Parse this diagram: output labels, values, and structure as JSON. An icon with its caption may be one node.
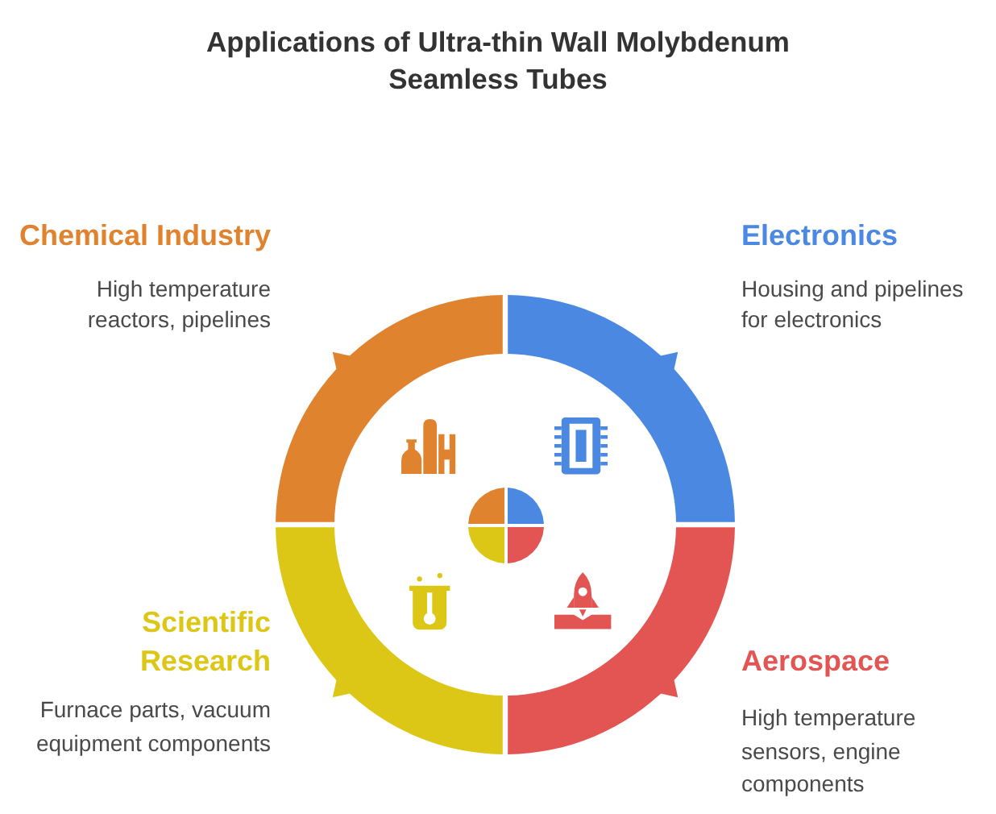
{
  "diagram": {
    "title": "Applications of Ultra-thin Wall Molybdenum Seamless Tubes",
    "nodes": [
      {
        "text": [
          "Chemical Industry",
          "High temperature reactors, pipelines"
        ]
      },
      {
        "text": [
          "Electronics",
          "Housing and pipelines for electronics"
        ]
      },
      {
        "text": [
          "Scientific Research",
          "Furnace parts, vacuum equipment components"
        ]
      },
      {
        "text": [
          "Aerospace",
          "High temperature sensors, engine components"
        ]
      }
    ]
  }
}
